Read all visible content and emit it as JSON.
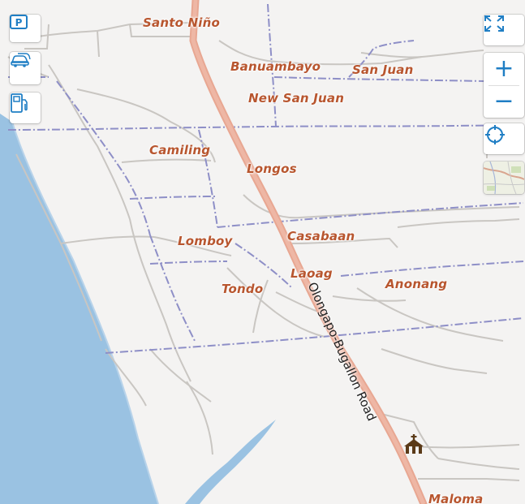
{
  "map": {
    "places": [
      {
        "id": "santo-nino",
        "name": "Santo Niño"
      },
      {
        "id": "banuambayo",
        "name": "Banuambayo"
      },
      {
        "id": "san-juan",
        "name": "San Juan"
      },
      {
        "id": "new-san-juan",
        "name": "New San Juan"
      },
      {
        "id": "camiling",
        "name": "Camiling"
      },
      {
        "id": "longos",
        "name": "Longos"
      },
      {
        "id": "lomboy",
        "name": "Lomboy"
      },
      {
        "id": "casabaan",
        "name": "Casabaan"
      },
      {
        "id": "laoag",
        "name": "Laoag"
      },
      {
        "id": "tondo",
        "name": "Tondo"
      },
      {
        "id": "anonang",
        "name": "Anonang"
      },
      {
        "id": "maloma",
        "name": "Maloma"
      }
    ],
    "road_label": "Olongapo-Bugallon Road",
    "poi_icon": "church-icon",
    "colors": {
      "sea": "#9ac2e2",
      "land": "#f4f3f2",
      "main_road": "#e8a792",
      "minor_road": "#c9c6c2",
      "boundary": "#8e8fc7",
      "place_label": "#b8562f"
    }
  },
  "controls": {
    "left": [
      {
        "name": "parking-button",
        "icon": "parking-icon",
        "label": "P"
      },
      {
        "name": "car-button",
        "icon": "car-icon"
      },
      {
        "name": "fuel-button",
        "icon": "fuel-pump-icon"
      }
    ],
    "right": {
      "fullscreen_icon": "fullscreen-icon",
      "zoom_in_label": "+",
      "zoom_out_label": "−",
      "locate_icon": "locate-icon",
      "layer_icon": "map-layer-thumbnail-icon"
    }
  }
}
